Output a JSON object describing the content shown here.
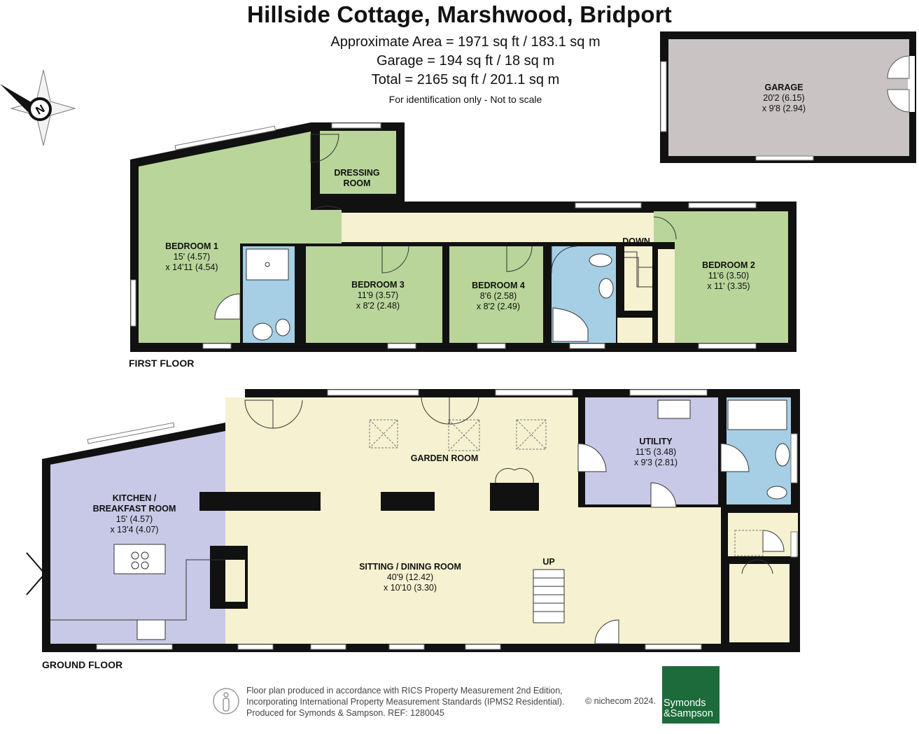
{
  "header": {
    "title": "Hillside Cottage, Marshwood, Bridport",
    "area_lines": [
      "Approximate Area = 1971 sq ft / 183.1 sq m",
      "Garage = 194 sq ft / 18 sq m",
      "Total = 2165 sq ft / 201.1 sq m"
    ],
    "note": "For identification only - Not to scale"
  },
  "floors": {
    "first": "FIRST FLOOR",
    "ground": "GROUND FLOOR"
  },
  "rooms": {
    "garage": {
      "name": "GARAGE",
      "dim1": "20'2 (6.15)",
      "dim2": "x 9'8 (2.94)"
    },
    "dressing": {
      "name1": "DRESSING",
      "name2": "ROOM"
    },
    "bedroom1": {
      "name": "BEDROOM 1",
      "dim1": "15' (4.57)",
      "dim2": "x 14'11 (4.54)"
    },
    "bedroom2": {
      "name": "BEDROOM 2",
      "dim1": "11'6 (3.50)",
      "dim2": "x 11' (3.35)"
    },
    "bedroom3": {
      "name": "BEDROOM 3",
      "dim1": "11'9 (3.57)",
      "dim2": "x 8'2 (2.48)"
    },
    "bedroom4": {
      "name": "BEDROOM 4",
      "dim1": "8'6 (2.58)",
      "dim2": "x 8'2 (2.49)"
    },
    "down": "DOWN",
    "up": "UP",
    "utility": {
      "name": "UTILITY",
      "dim1": "11'5 (3.48)",
      "dim2": "x 9'3 (2.81)"
    },
    "garden": {
      "name": "GARDEN ROOM"
    },
    "kitchen": {
      "name1": "KITCHEN /",
      "name2": "BREAKFAST ROOM",
      "dim1": "15' (4.57)",
      "dim2": "x 13'4 (4.07)"
    },
    "sitting": {
      "name": "SITTING / DINING ROOM",
      "dim1": "40'9 (12.42)",
      "dim2": "x 10'10 (3.30)"
    }
  },
  "footer": {
    "line1": "Floor plan produced in accordance with RICS Property Measurement 2nd Edition,",
    "line2": "Incorporating International Property Measurement Standards (IPMS2 Residential).",
    "line3": "Produced for Symonds & Sampson.   REF:  1280045",
    "copyright": "© nichecom 2024.",
    "logo_line1": "Symonds",
    "logo_line2": "&Sampson"
  },
  "compass": {
    "label": "N"
  },
  "colors": {
    "bedroom": "#b9d59a",
    "bathroom": "#a6cfe6",
    "living": "#f6f2d1",
    "kitchen": "#c8c9e6",
    "garage": "#c9c3c3",
    "wall": "#111111",
    "logo": "#1d6b3a"
  }
}
